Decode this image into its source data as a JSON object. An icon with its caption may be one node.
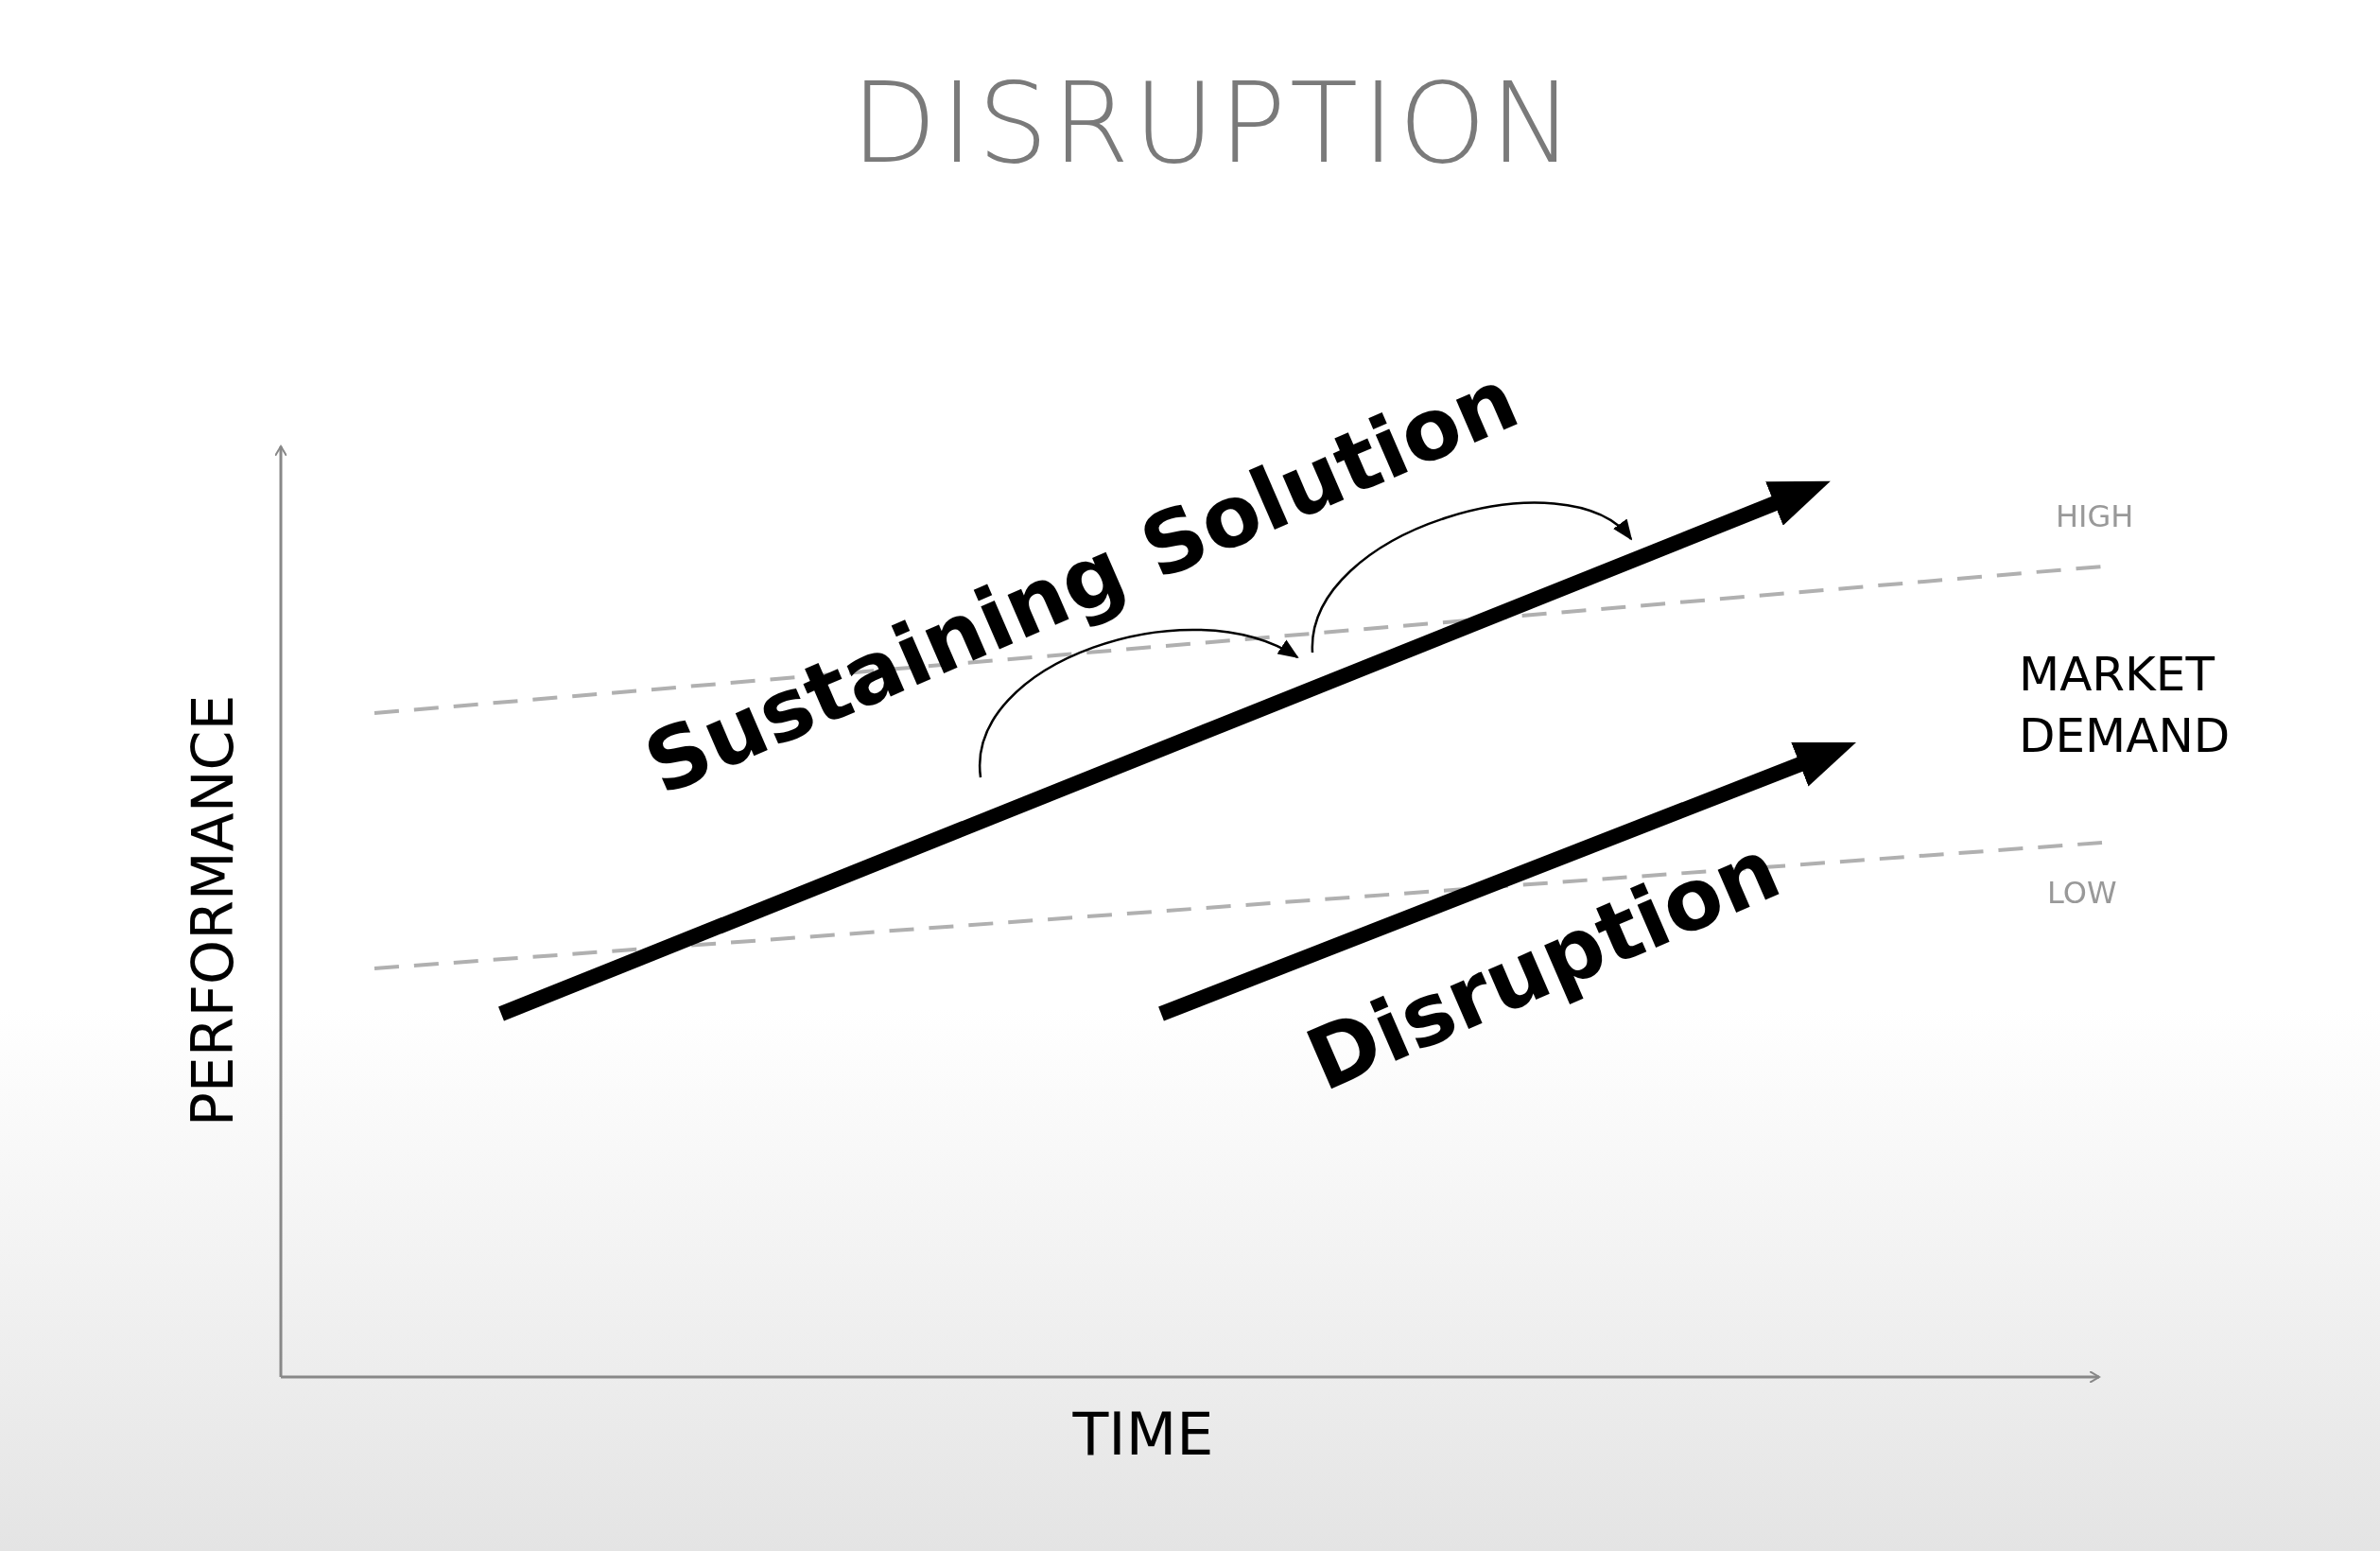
{
  "diagram": {
    "title": "DISRUPTION",
    "labels": [
      "Sustaining Solution",
      "HIGH",
      "MARKET DEMAND",
      "Disruption",
      "LOW",
      "PERFORMANCE",
      "TIME"
    ]
  }
}
